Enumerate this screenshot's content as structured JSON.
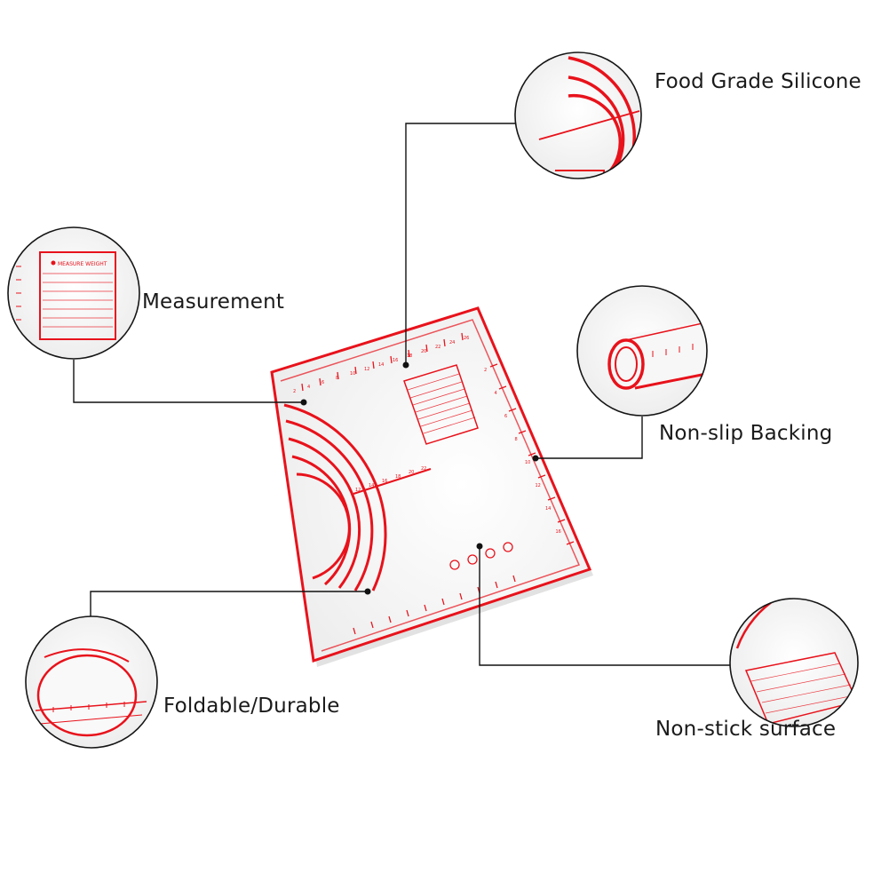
{
  "features": {
    "food_grade": {
      "label": "Food Grade Silicone"
    },
    "measurement": {
      "label": "Measurement"
    },
    "non_slip": {
      "label": "Non-slip Backing"
    },
    "foldable": {
      "label": "Foldable/Durable"
    },
    "non_stick": {
      "label": "Non-stick surface"
    }
  },
  "product": {
    "ruler_top": [
      "2",
      "4",
      "6",
      "8",
      "10",
      "12",
      "14",
      "16",
      "18",
      "20",
      "22",
      "24",
      "26"
    ],
    "ruler_side": [
      "2",
      "4",
      "6",
      "8",
      "10",
      "12",
      "14",
      "16"
    ],
    "inset_title": "MEASURE WEIGHT"
  },
  "colors": {
    "accent": "#e8121b",
    "line": "#111111",
    "mat": "#f4f4f4",
    "text": "#1a1a1a"
  }
}
